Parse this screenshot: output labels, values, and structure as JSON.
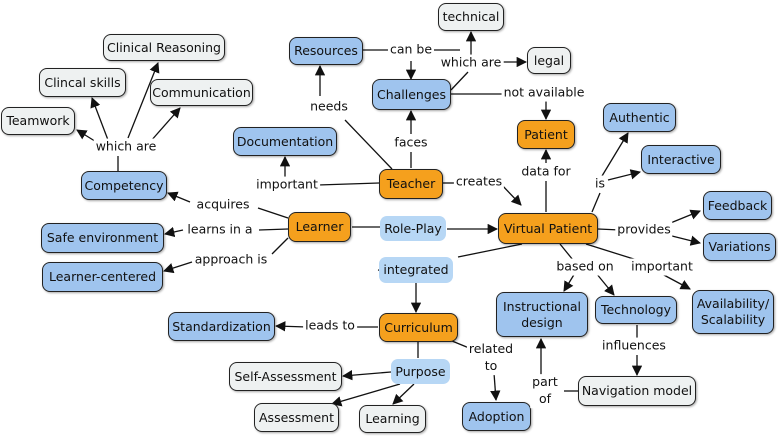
{
  "nodes": {
    "technical": "technical",
    "resources": "Resources",
    "legal": "legal",
    "challenges": "Challenges",
    "clinical_reasoning": "Clinical Reasoning",
    "clinical_skills": "Clincal skills",
    "communication": "Communication",
    "teamwork": "Teamwork",
    "documentation": "Documentation",
    "patient": "Patient",
    "authentic": "Authentic",
    "interactive": "Interactive",
    "competency": "Competency",
    "teacher": "Teacher",
    "feedback": "Feedback",
    "safe_environment": "Safe environment",
    "learner": "Learner",
    "role_play": "Role-Play",
    "virtual_patient": "Virtual Patient",
    "variations": "Variations",
    "learner_centered": "Learner-centered",
    "integrated": "integrated",
    "availability": "Availability/\nScalability",
    "instructional_design": "Instructional\ndesign",
    "technology": "Technology",
    "standardization": "Standardization",
    "curriculum": "Curriculum",
    "self_assessment": "Self-Assessment",
    "purpose": "Purpose",
    "navigation_model": "Navigation model",
    "assessment": "Assessment",
    "learning": "Learning",
    "adoption": "Adoption"
  },
  "labels": {
    "can_be": "can be",
    "which_are_top": "which are",
    "not_available": "not available",
    "needs": "needs",
    "faces": "faces",
    "which_are_left": "which are",
    "data_for": "data for",
    "is": "is",
    "important_left": "important",
    "creates": "creates",
    "acquires": "acquires",
    "learns_in_a": "learns in a",
    "provides": "provides",
    "approach_is": "approach is",
    "based_on": "based on",
    "important_right": "important",
    "leads_to": "leads to",
    "related_to": "related\nto",
    "influences": "influences",
    "part_of": "part\nof"
  },
  "colors": {
    "concept_blue": "#9fc4ee",
    "concept_orange": "#f5a01d",
    "concept_gray": "#eef1f1",
    "linking_pill": "#b7d7f5"
  }
}
